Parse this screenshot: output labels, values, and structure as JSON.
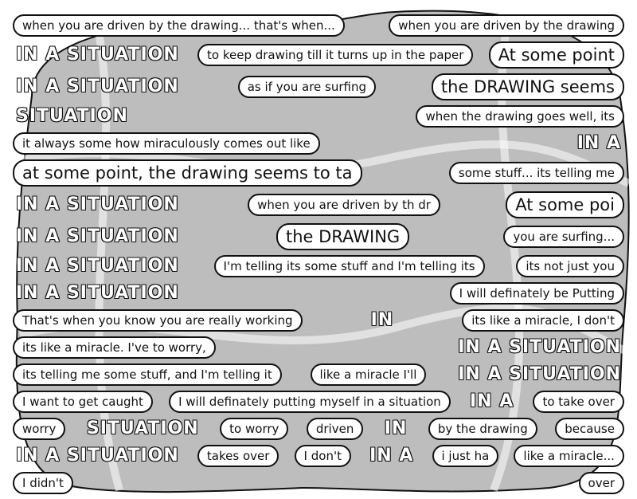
{
  "artwork": {
    "background_color": "#ffffff",
    "fill_color": "#bdbdbd",
    "ink_color": "#111111",
    "block_lettering": [
      "IN A SITUATION",
      "IN A SITUATION",
      "SITUATION",
      "IN A",
      "IN A SITUATION",
      "IN A SITUATION",
      "IN A SITUATION",
      "IN A SITUATION",
      "IN",
      "IN A SITUATION",
      "IN A SITUATION",
      "IN A",
      "SITUATION",
      "IN",
      "IN A SITUATION",
      "IN A"
    ],
    "ribbons": [
      {
        "text": "when you are driven by the drawing... that's when..."
      },
      {
        "text": "when you are driven by the drawing"
      },
      {
        "text": "to keep drawing till it turns up in the paper"
      },
      {
        "text": "At some point",
        "big": true
      },
      {
        "text": "as if you are surfing"
      },
      {
        "text": "the DRAWING seems",
        "big": true
      },
      {
        "text": "when the drawing goes well, its"
      },
      {
        "text": "it always some how miraculously comes out like"
      },
      {
        "text": "at some point, the drawing seems to ta",
        "big": true
      },
      {
        "text": "some stuff... its telling me"
      },
      {
        "text": "when you are driven by th dr"
      },
      {
        "text": "At some poi",
        "big": true
      },
      {
        "text": "the DRAWING",
        "big": true
      },
      {
        "text": "you are surfing..."
      },
      {
        "text": "I'm telling its some stuff and I'm telling its"
      },
      {
        "text": "its not just you"
      },
      {
        "text": "I will definately be Putting"
      },
      {
        "text": "That's when you know you are really working"
      },
      {
        "text": "its like a miracle, I don't"
      },
      {
        "text": "its like a miracle. I've to worry,"
      },
      {
        "text": "its telling me some stuff, and I'm telling it"
      },
      {
        "text": "like a miracle I'll"
      },
      {
        "text": "I want to get caught"
      },
      {
        "text": "I will definately putting myself in a situation"
      },
      {
        "text": "to take over"
      },
      {
        "text": "worry"
      },
      {
        "text": "to worry"
      },
      {
        "text": "driven"
      },
      {
        "text": "by the drawing"
      },
      {
        "text": "because"
      },
      {
        "text": "takes over"
      },
      {
        "text": "I don't"
      },
      {
        "text": "i just ha"
      },
      {
        "text": "like a miracle..."
      },
      {
        "text": "I didn't"
      },
      {
        "text": "over"
      }
    ]
  }
}
